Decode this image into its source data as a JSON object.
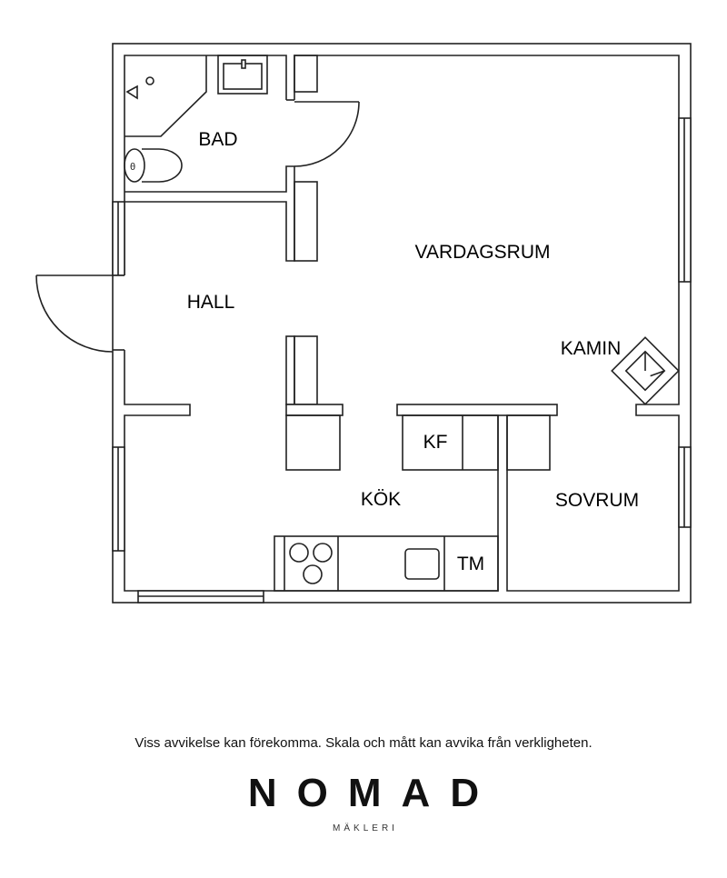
{
  "rooms": {
    "bad": "BAD",
    "vardagsrum": "VARDAGSRUM",
    "hall": "HALL",
    "kamin": "KAMIN",
    "kf": "KF",
    "kok": "KÖK",
    "sovrum": "SOVRUM",
    "tm": "TM"
  },
  "disclaimer": "Viss avvikelse kan förekomma. Skala och mått kan avvika från verkligheten.",
  "logo": {
    "name": "NOMAD",
    "subtitle": "MÄKLERI"
  }
}
